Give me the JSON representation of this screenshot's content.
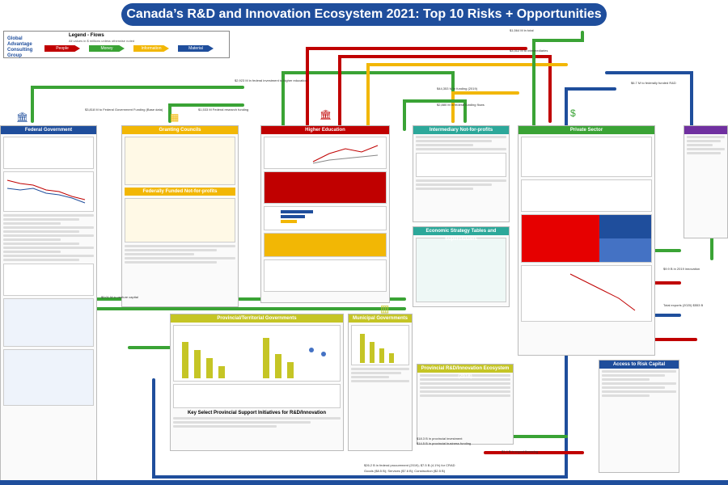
{
  "title": "Canada’s R&D and Innovation Ecosystem 2021: Top 10 Risks + Opportunities",
  "legend": {
    "title": "Legend - Flows",
    "subtitle": "All values in $ millions unless otherwise noted",
    "logo": "Global Advantage Consulting Group",
    "items": [
      {
        "label": "People",
        "color": "#c00000"
      },
      {
        "label": "Money",
        "color": "#3aa335"
      },
      {
        "label": "Information",
        "color": "#f2b705"
      },
      {
        "label": "Material",
        "color": "#1f4e9c"
      }
    ]
  },
  "sections": {
    "federal": "Federal Government",
    "councils": "Granting Councils",
    "higher_ed": "Higher Education",
    "intermediary": "Intermediary Not-for-profits",
    "private": "Private Sector",
    "provincial": "Provincial/Territorial Governments",
    "municipal": "Municipal Governments",
    "funded_nfp": "Federally Funded Not-for-profits",
    "economic_tables": "Economic Strategy Tables and Superclusters",
    "access_capital": "Access to Risk Capital",
    "provincial_support": "Key Select Provincial Support Initiatives for R&D/Innovation",
    "provincial_ecosystem": "Provincial R&D/Innovation Ecosystem (2018)"
  },
  "flows": {
    "f1": "$3,818 M to Federal Government Funding (Base data)",
    "f2": "$1,533 M Federal research funding",
    "f3": "$2,923 M in federal investment to higher education",
    "f4": "$44,353 M in funding (2019)",
    "f5": "$2,880 M in federal funding flows",
    "f6": "$1,564 M in total",
    "f7": "$6.7 M to federally funded R&D",
    "f8": "$3,312 M to intermediaries",
    "f9": "$26.2 B in federal procurement (2019); $7.5 B (4.1%) for CRAD",
    "f10": "Goods ($8.5 B); Services ($7.6 B); Construction ($2.5 B)",
    "f11": "$18.3 B in provincial investment",
    "f12": "$14.5 B in provincial business funding",
    "f13": "$1.4 B in export financing",
    "f14": "$9.9 B in 2019 innovation",
    "f15": "Total exports (2020) $553 B",
    "f16": "$0.01 M in venture capital"
  }
}
